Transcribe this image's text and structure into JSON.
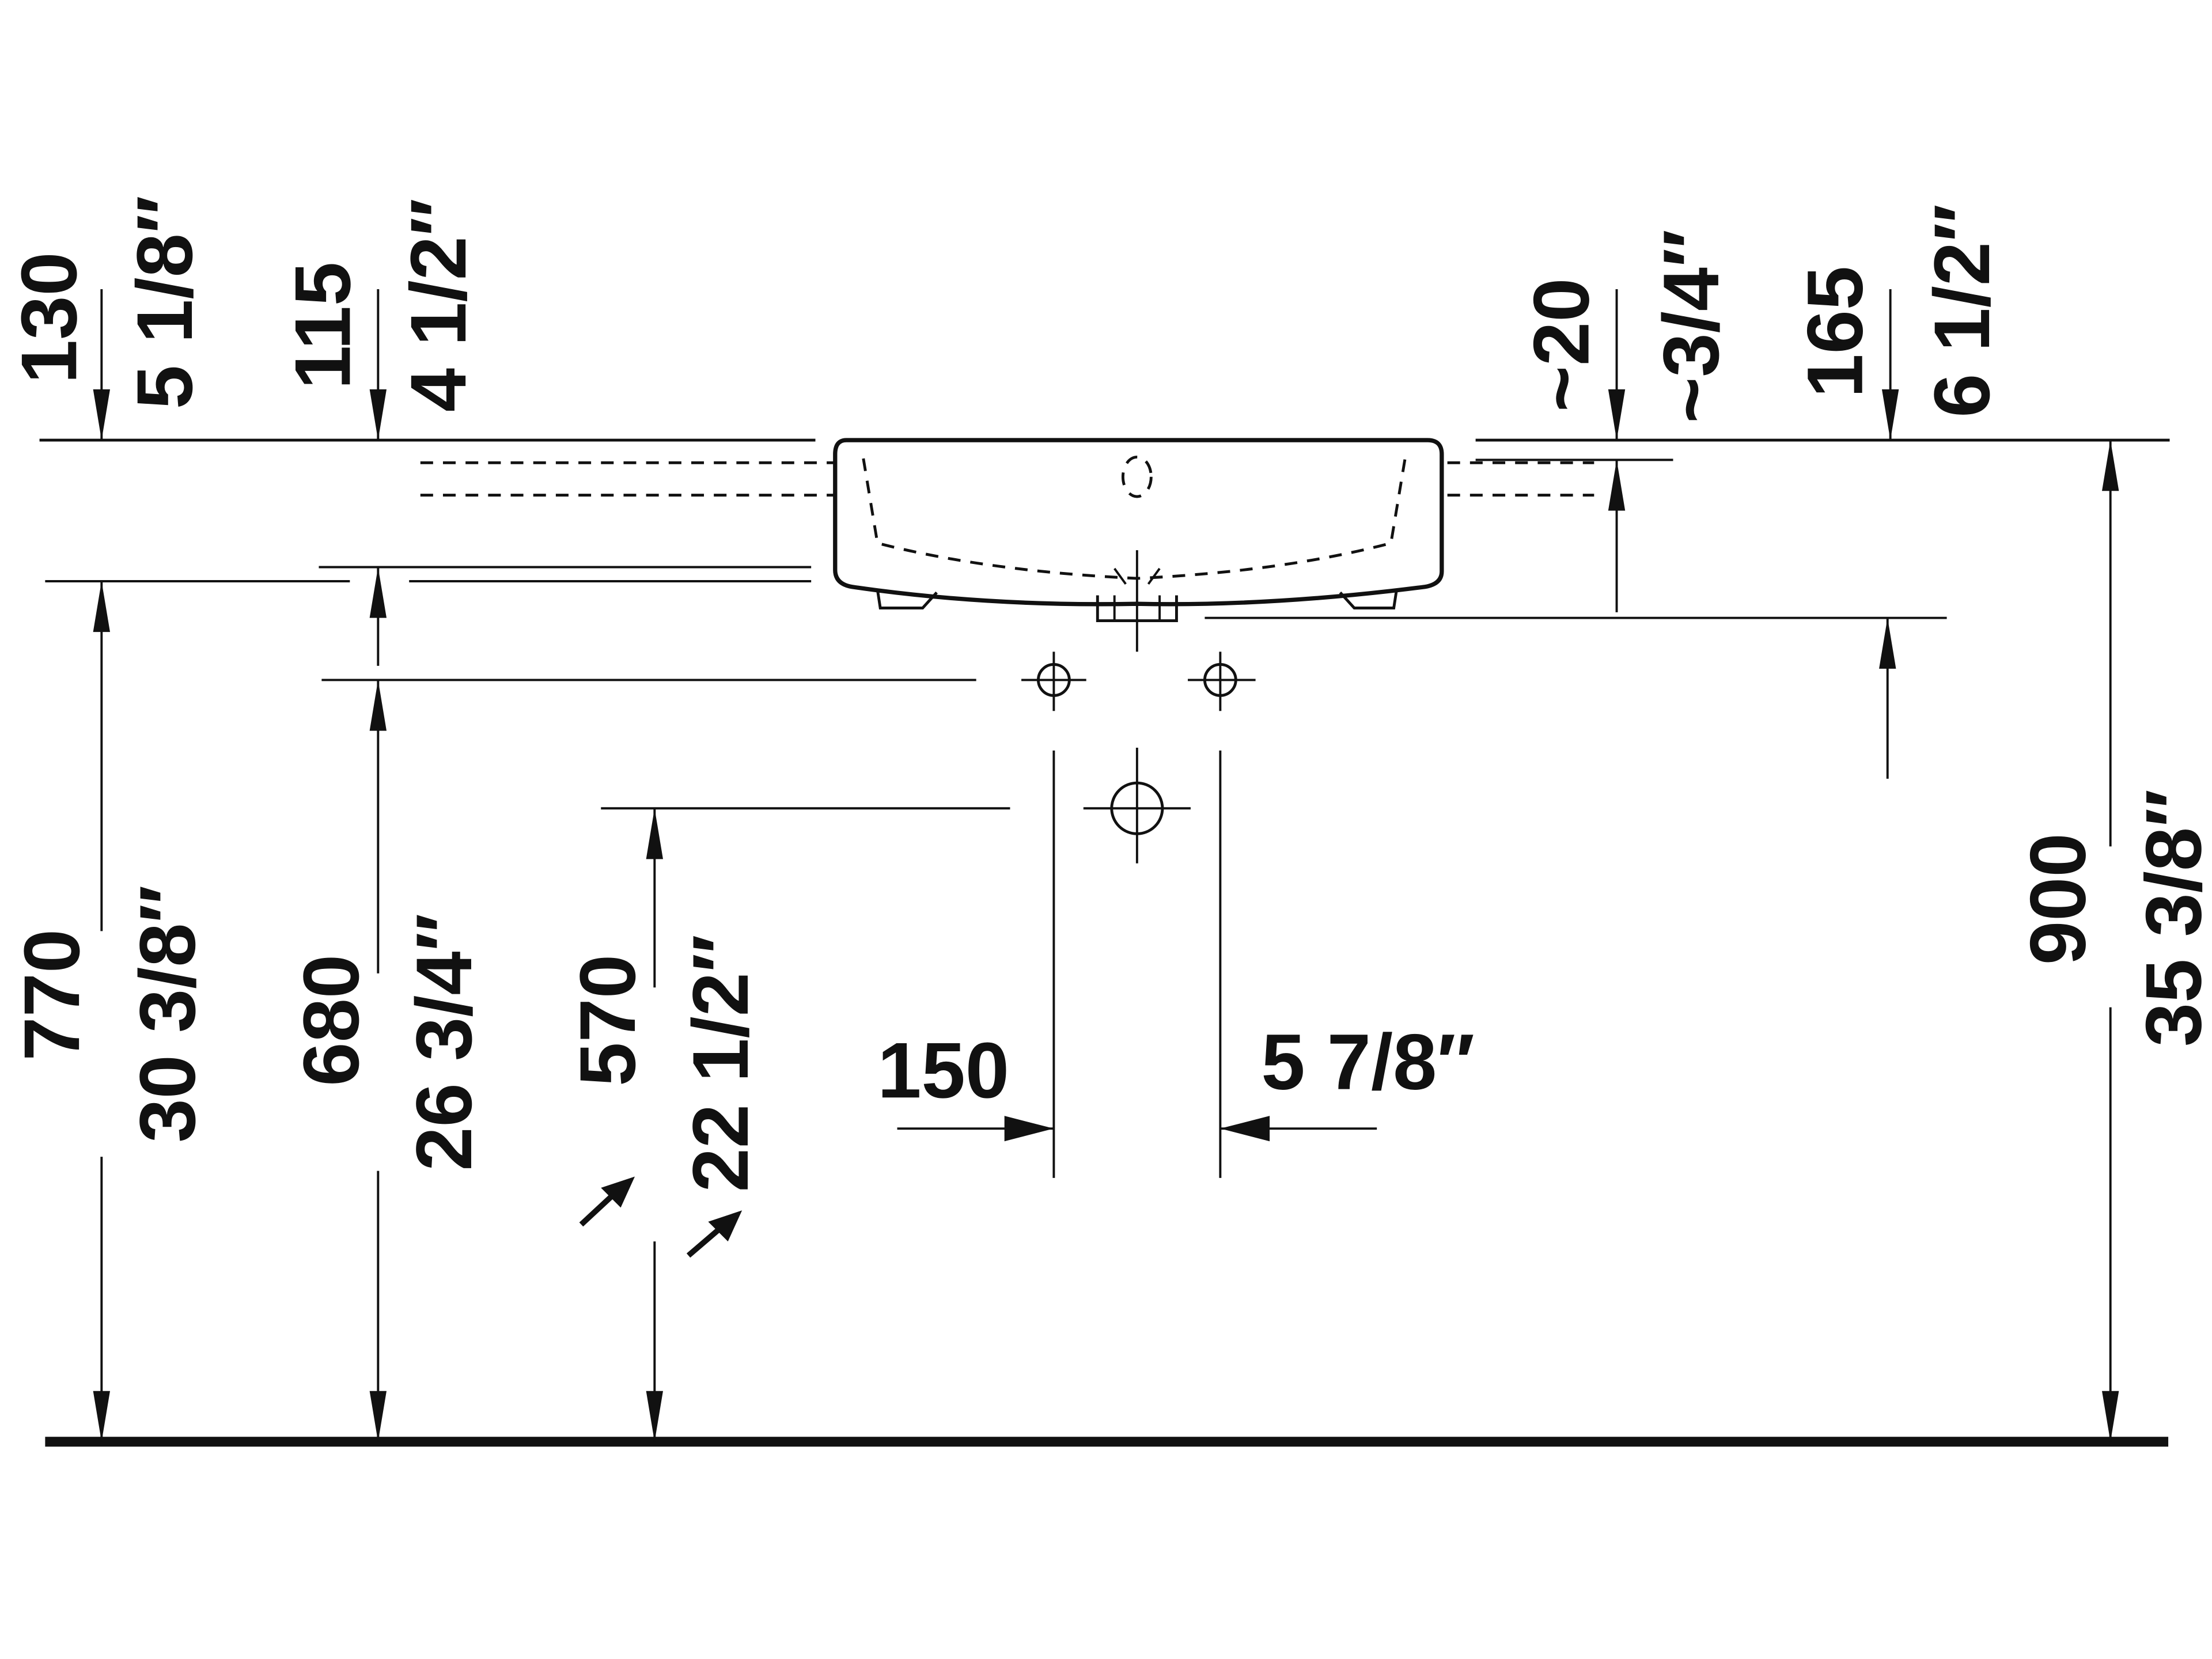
{
  "drawing": {
    "type": "technical-dimension-drawing",
    "subject": "wall-mounted washbasin, side elevation with fitting positions",
    "colors": {
      "line": "#111111",
      "background": "#ffffff"
    }
  },
  "dimensions": {
    "top_left_1": {
      "mm": "130",
      "inch": "5 1/8″"
    },
    "top_left_2": {
      "mm": "115",
      "inch": "4 1/2″"
    },
    "top_right_1": {
      "mm": "~20",
      "inch": "~3/4″"
    },
    "top_right_2": {
      "mm": "165",
      "inch": "6 1/2″"
    },
    "height_overflow": {
      "mm": "770",
      "inch": "30 3/8″"
    },
    "height_supply": {
      "mm": "680",
      "inch": "26 3/4″"
    },
    "height_waste": {
      "mm": "570",
      "inch": "22 1/2″"
    },
    "total_height": {
      "mm": "900",
      "inch": "35 3/8″"
    },
    "supply_spacing": {
      "mm": "150",
      "inch": "5 7/8″"
    }
  },
  "fittings": [
    {
      "name": "cold-supply",
      "symbol": "crosshair-circle-small"
    },
    {
      "name": "hot-supply",
      "symbol": "crosshair-circle-small"
    },
    {
      "name": "waste-outlet",
      "symbol": "crosshair-circle-large"
    }
  ]
}
